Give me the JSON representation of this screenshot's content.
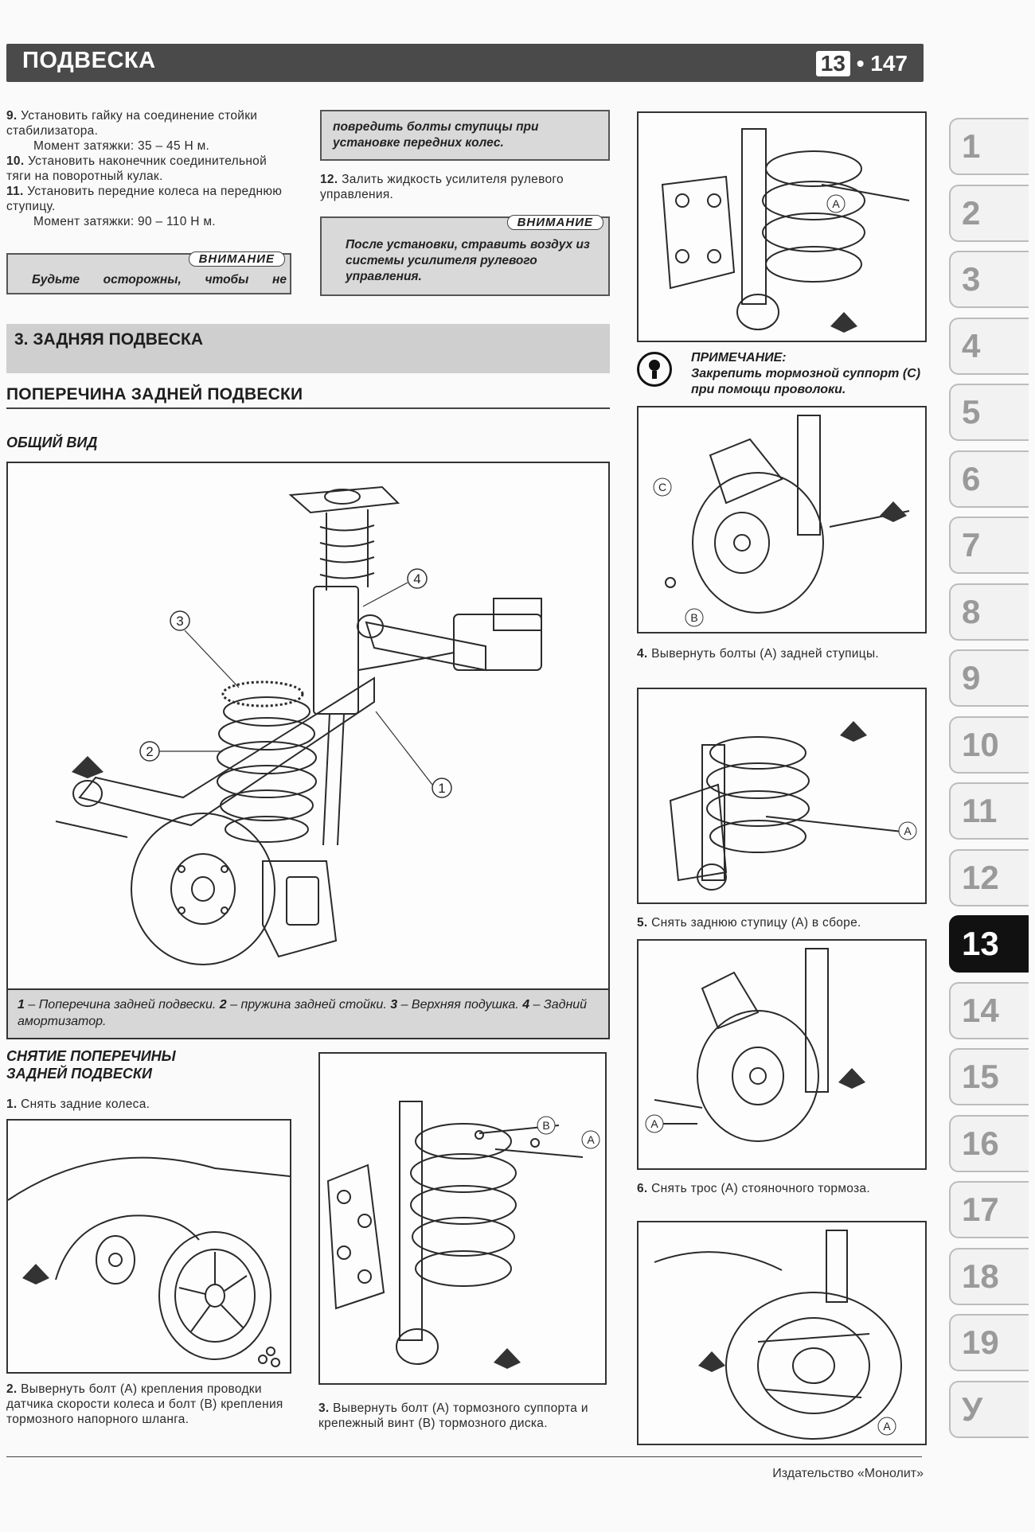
{
  "header": {
    "title": "ПОДВЕСКА",
    "chapter": "13",
    "bullet": "•",
    "page": "147"
  },
  "left_steps": [
    {
      "num": "9.",
      "text": "Установить гайку на соединение стойки стабилизатора.",
      "torque": "Момент затяжки: 35 – 45 Н м."
    },
    {
      "num": "10.",
      "text": "Установить наконечник соединительной тяги на поворотный кулак."
    },
    {
      "num": "11.",
      "text": "Установить передние колеса на переднюю ступицу.",
      "torque": "Момент затяжки: 90 – 110 Н м."
    }
  ],
  "warning1": {
    "label": "ВНИМАНИЕ",
    "text": "Будьте осторожны, чтобы не"
  },
  "warning_cont": {
    "text": "повредить болты ступицы при установке передних колес."
  },
  "step12": {
    "num": "12.",
    "text": "Залить жидкость усилителя рулевого управления."
  },
  "warning2": {
    "label": "ВНИМАНИЕ",
    "text": "После установки, стравить воздух из системы усилителя рулевого управления."
  },
  "section": {
    "title": "3. ЗАДНЯЯ ПОДВЕСКА"
  },
  "subsection": {
    "title": "ПОПЕРЕЧИНА ЗАДНЕЙ ПОДВЕСКИ"
  },
  "general_view": {
    "title": "ОБЩИЙ ВИД"
  },
  "main_figure": {
    "callouts": [
      "1",
      "2",
      "3",
      "4"
    ],
    "caption_parts": [
      {
        "num": "1",
        "text": " – Поперечина задней подвески. "
      },
      {
        "num": "2",
        "text": " – пружина задней стойки. "
      },
      {
        "num": "3",
        "text": " – Верхняя подушка. "
      },
      {
        "num": "4",
        "text": " – Задний амортизатор."
      }
    ]
  },
  "removal": {
    "title_line1": "СНЯТИЕ ПОПЕРЕЧИНЫ",
    "title_line2": "ЗАДНЕЙ ПОДВЕСКИ"
  },
  "step1": {
    "num": "1.",
    "text": "Снять задние колеса."
  },
  "step2": {
    "num": "2.",
    "text": "Вывернуть болт (А) крепления проводки датчика скорости колеса и болт (В) крепления тормозного напорного шланга."
  },
  "step3": {
    "num": "3.",
    "text": "Вывернуть болт (А) тормозного суппорта и крепежный винт (В) тормозного диска."
  },
  "note": {
    "label": "ПРИМЕЧАНИЕ:",
    "text": "Закрепить тормозной суппорт (С) при помощи проволоки."
  },
  "step4": {
    "num": "4.",
    "text": "Вывернуть болты (А) задней ступицы."
  },
  "step5": {
    "num": "5.",
    "text": "Снять заднюю ступицу (А) в сборе."
  },
  "step6": {
    "num": "6.",
    "text": "Снять трос (А) стояночного тормоза."
  },
  "fig_labels": {
    "A": "A",
    "B": "B",
    "C": "C"
  },
  "tabs": [
    "1",
    "2",
    "3",
    "4",
    "5",
    "6",
    "7",
    "8",
    "9",
    "10",
    "11",
    "12",
    "13",
    "14",
    "15",
    "16",
    "17",
    "18",
    "19",
    "У"
  ],
  "active_tab": "13",
  "footer": {
    "publisher": "Издательство «Монолит»"
  }
}
